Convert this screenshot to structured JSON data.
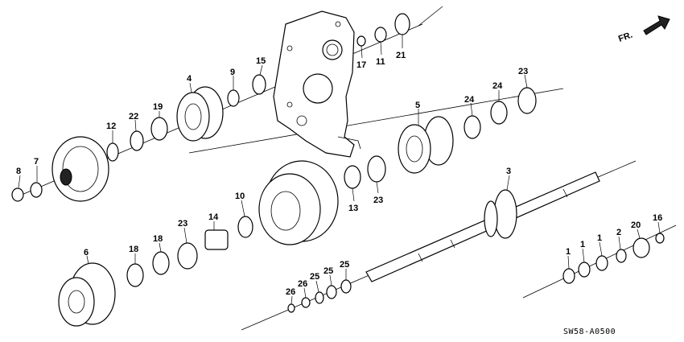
{
  "direction_label": "FR.",
  "diagram_code": "SW58-A0500",
  "callouts": [
    {
      "id": "c-8",
      "text": "8"
    },
    {
      "id": "c-7",
      "text": "7"
    },
    {
      "id": "c-12",
      "text": "12"
    },
    {
      "id": "c-22",
      "text": "22"
    },
    {
      "id": "c-19",
      "text": "19"
    },
    {
      "id": "c-4",
      "text": "4"
    },
    {
      "id": "c-9",
      "text": "9"
    },
    {
      "id": "c-15",
      "text": "15"
    },
    {
      "id": "c-17",
      "text": "17"
    },
    {
      "id": "c-11",
      "text": "11"
    },
    {
      "id": "c-21",
      "text": "21"
    },
    {
      "id": "c-5",
      "text": "5"
    },
    {
      "id": "c-24a",
      "text": "24"
    },
    {
      "id": "c-24b",
      "text": "24"
    },
    {
      "id": "c-23a",
      "text": "23"
    },
    {
      "id": "c-23b",
      "text": "23"
    },
    {
      "id": "c-13",
      "text": "13"
    },
    {
      "id": "c-10",
      "text": "10"
    },
    {
      "id": "c-14",
      "text": "14"
    },
    {
      "id": "c-23c",
      "text": "23"
    },
    {
      "id": "c-18a",
      "text": "18"
    },
    {
      "id": "c-18b",
      "text": "18"
    },
    {
      "id": "c-6",
      "text": "6"
    },
    {
      "id": "c-3",
      "text": "3"
    },
    {
      "id": "c-26a",
      "text": "26"
    },
    {
      "id": "c-26b",
      "text": "26"
    },
    {
      "id": "c-25a",
      "text": "25"
    },
    {
      "id": "c-25b",
      "text": "25"
    },
    {
      "id": "c-25c",
      "text": "25"
    },
    {
      "id": "c-1a",
      "text": "1"
    },
    {
      "id": "c-1b",
      "text": "1"
    },
    {
      "id": "c-1c",
      "text": "1"
    },
    {
      "id": "c-2",
      "text": "2"
    },
    {
      "id": "c-20",
      "text": "20"
    },
    {
      "id": "c-16",
      "text": "16"
    }
  ]
}
